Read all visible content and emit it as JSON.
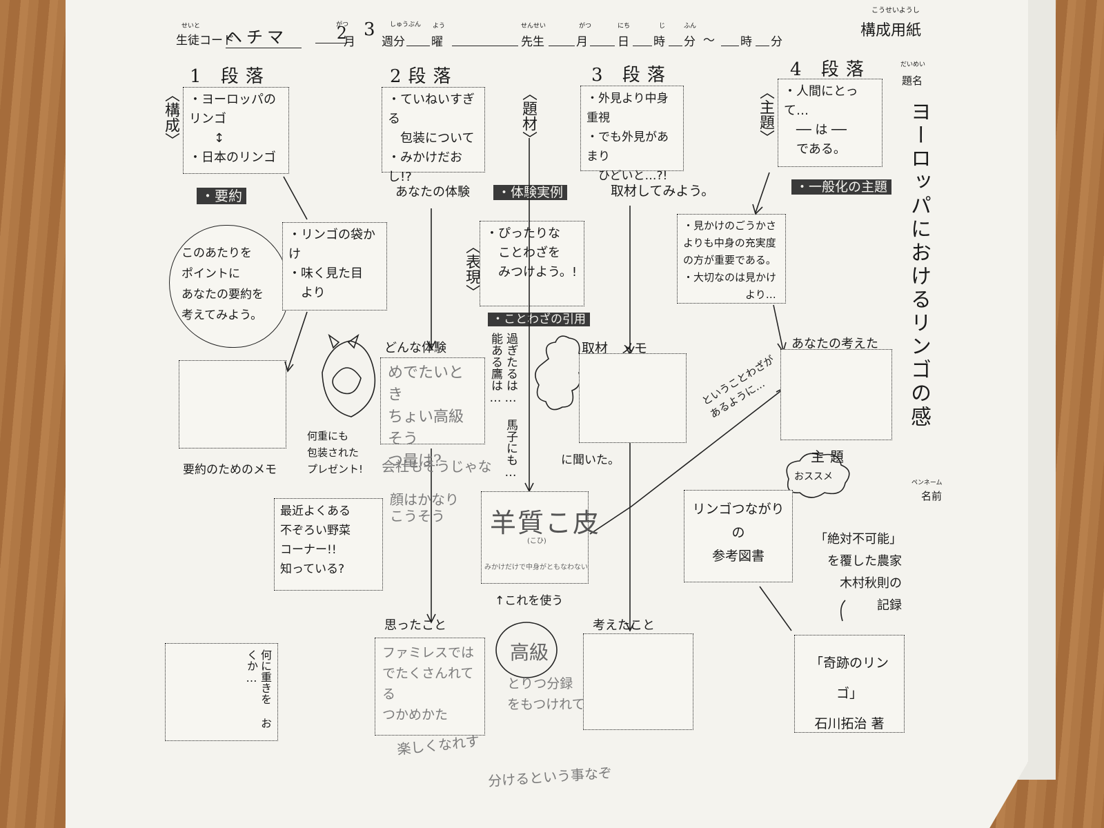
{
  "header": {
    "student_code_label": "生徒コード",
    "student_code_ruby": "せいと",
    "student_code_value": "ヘチマ",
    "month_value": "2",
    "month_label": "月",
    "month_ruby": "がつ",
    "week_value": "3",
    "week_label": "週分",
    "week_ruby": "しゅうぶん",
    "day_label": "曜",
    "day_ruby": "よう",
    "teacher_label": "先生",
    "teacher_ruby": "せんせい",
    "date_m": "月",
    "date_m_ruby": "がつ",
    "date_d": "日",
    "date_d_ruby": "にち",
    "time_h": "時",
    "time_h_ruby": "じ",
    "time_min": "分",
    "time_min_ruby": "ふん",
    "tilde": "～",
    "time_h2": "時",
    "time_min2": "分",
    "sheet_title": "構成用紙",
    "sheet_title_ruby": "こうせいようし"
  },
  "right_panel": {
    "title_label": "題名",
    "title_ruby": "だいめい",
    "title_text": "ヨーロッパにおけるリンゴの感",
    "penname_label": "名前",
    "penname_ruby": "ペンネーム"
  },
  "paragraphs": {
    "p1": {
      "num": "1",
      "label": "段落"
    },
    "p2": {
      "num": "2",
      "label": "段落"
    },
    "p3": {
      "num": "3",
      "label": "段落"
    },
    "p4": {
      "num": "4",
      "label": "段落"
    }
  },
  "side_labels": {
    "kousei": "構成",
    "daizai": "題材",
    "zendai": "主題",
    "hyougen": "表現"
  },
  "boxes": {
    "p1_top": "・ヨーロッパのリンゴ\n　　↕\n・日本のリンゴ",
    "p2_top": "・ていねいすぎる\n　包装について\n・みかけだおし!?",
    "p3_top": "・外見より中身重視\n・でも外見があまり\n　ひどいと…?!",
    "p4_top": "・人間にとって…\n　── は ──\n　である。",
    "summary_point": "・リンゴの袋かけ\n・味く見た目\n　より",
    "proverb_find": "・ぴったりな\n　ことわざを\n　みつけよう。!",
    "generalized": "・見かけのごうかさ\nよりも中身の充実度\nの方が重要である。\n・大切なのは見かけ\n　　　　　　より…",
    "experience": "めでたいとき\nちょい高級そう\nつ量は?",
    "proverb_box": "羊質こ皮",
    "proverb_ruby": "(こひ)",
    "proverb_note": "みかけだけで中身がともなわない",
    "thought": "ファミレスでは\nでたくさんれてる\nつかめかた",
    "kouka": "高級",
    "reference_book": "リンゴつながりの\n参考図書",
    "miracle_book": "「奇跡のリンゴ」\n石川拓治 著",
    "vegetables": "最近よくある\n不ぞろい野菜\nコーナー!!\n知っている?",
    "bear_caption": "何に重きを\nおくか…"
  },
  "labels": {
    "summary": "・要約",
    "your_experience": "あなたの体験",
    "experience_example": "・体験実例",
    "interview": "取材してみよう。",
    "generalized_theme": "・一般化の主題",
    "proverb_quote": "・ことわざの引用",
    "cloud_summary": "このあたりを\nポイントに\nあなたの要約を\n考えてみよう。",
    "memo_for_summary": "要約のためのメモ",
    "gift_caption": "何重にも\n包装された\nプレゼント!",
    "what_experience": "どんな体験",
    "interview_memo": "取材　メモ",
    "your_thoughts": "あなたの考えた",
    "theme": "主題",
    "heard_from": "に聞いた。",
    "proverb_example": "過ぎたるは…\n馬子にも…\n能ある鷹は…",
    "as_the_proverb": "ということわざが\nあるように…",
    "recommend": "おススメ",
    "what_thought": "思ったこと",
    "what_thought_2": "考えたこと",
    "use_this": "↑これを使う",
    "impossible": "「絶対不可能」\nを覆した農家\n木村秋則の\n記録",
    "pencil_1": "会社もそうじゃな",
    "pencil_2": "顔はかなり\nこうそう",
    "pencil_3": "とりつ分録\nをもつけれて",
    "pencil_4": "楽しくなれす",
    "pencil_5": "分けるという事なぞ"
  }
}
